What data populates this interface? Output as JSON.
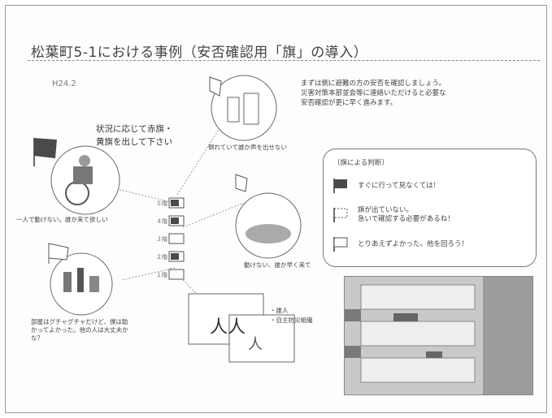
{
  "slide": {
    "title": "松葉町5-1における事例（安否確認用「旗」の導入）",
    "date": "H24.2",
    "intro_lines": [
      "まずは側に避難の方の安否を確認しましょう。",
      "災害対策本部並会等に連絡いただけると必要な",
      "安否確認が更に早く進みます。"
    ],
    "callout_lines": [
      "状況に応じて赤旗・",
      "黄旗を出して下さい"
    ],
    "captions": {
      "wheelchair": "一人で動けない。誰か来て欲しい",
      "top_center": "倒れていて誰か声を出せない",
      "right_mid": "動けない、誰か早く来て",
      "bottom_left": "部屋はグチャグチャだけど、僕は助かってよかった。他の人は大丈夫かな？",
      "bottom_right_1": "・誰人",
      "bottom_right_2": "・自主防災組織"
    },
    "pole_labels": [
      "５階",
      "４階",
      "３階",
      "２階",
      "１階"
    ],
    "legend": {
      "title": "〔旗による判断〕",
      "items": [
        {
          "text_lines": [
            "すぐに行って見なくては！"
          ],
          "flag": "red-flag"
        },
        {
          "text_lines": [
            "旗が出ていない。",
            "急いで確認する必要があるね！"
          ],
          "flag": "no-flag"
        },
        {
          "text_lines": [
            "とりあえずよかった。他を回ろう！"
          ],
          "flag": "yellow-flag"
        }
      ]
    }
  },
  "colors": {
    "dark_flag": "#4a4a4a",
    "line": "#888888",
    "border": "#9a9a9a"
  }
}
